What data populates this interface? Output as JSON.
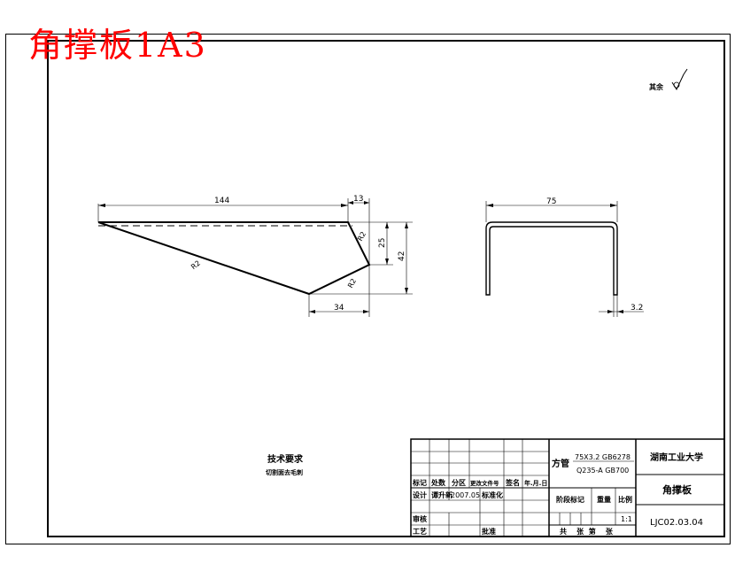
{
  "title": "角撑板1A3",
  "roughness_label": "其余",
  "dims": {
    "d144": "144",
    "d13": "13",
    "d25": "25",
    "d42": "42",
    "d34": "34",
    "d75": "75",
    "d32": "3.2",
    "r1": "R2",
    "r2": "R2",
    "r3": "R2"
  },
  "tech": {
    "heading": "技术要求",
    "note": "切割面去毛刺"
  },
  "title_block": {
    "material_label": "方管",
    "material_spec1": "75X3.2  GB6278",
    "material_spec2": "Q235-A  GB700",
    "school": "湖南工业大学",
    "part_name": "角撑板",
    "drawing_no": "LJC02.03.04",
    "headers": [
      "标记",
      "处数",
      "分区",
      "更改文件号",
      "签名",
      "年.月.日"
    ],
    "design_label": "设计",
    "designer": "谭升新",
    "design_date": "2007.05",
    "standardize_label": "标准化",
    "stage_label": "阶段标记",
    "weight_label": "重量",
    "scale_label": "比例",
    "scale_value": "1:1",
    "review_label": "审核",
    "process_label": "工艺",
    "approve_label": "批准",
    "sheets_text": "共    张  第    张"
  }
}
